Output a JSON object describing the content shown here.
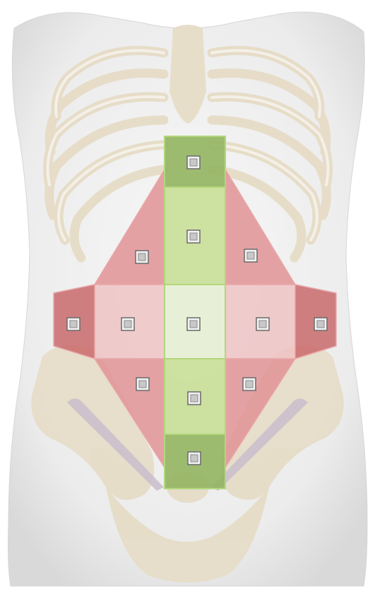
{
  "diagram": {
    "colors": {
      "background": "#ffffff",
      "torso": "#ececec",
      "bone": "#e6dcc6",
      "bone_outline": "#d8ccb0",
      "hip_muscle": "#cbbfcd",
      "green_dark": "#93b560",
      "green_mid": "#c6dd90",
      "green_light": "#dbe9b6",
      "green_center": "#e6efd3",
      "green_border": "#b2d77c",
      "red_dark": "#c96a6c",
      "red_mid": "#e08f93",
      "red_light": "#efc3c4",
      "red_border": "#e9a7a8",
      "marker_fill": "#c8c8c8",
      "marker_border": "#6b6b6b"
    },
    "regions": [
      {
        "id": "upper-midline",
        "color_key": "green_dark"
      },
      {
        "id": "epigastric-midline",
        "color_key": "green_mid"
      },
      {
        "id": "umbilical-center",
        "color_key": "green_center"
      },
      {
        "id": "lower-midline",
        "color_key": "green_mid"
      },
      {
        "id": "suprapubic-midline",
        "color_key": "green_dark"
      },
      {
        "id": "upper-left-quadrant",
        "color_key": "red_mid"
      },
      {
        "id": "upper-right-quadrant",
        "color_key": "red_mid"
      },
      {
        "id": "lower-left-quadrant",
        "color_key": "red_mid"
      },
      {
        "id": "lower-right-quadrant",
        "color_key": "red_mid"
      },
      {
        "id": "left-paraumbilical",
        "color_key": "red_light"
      },
      {
        "id": "right-paraumbilical",
        "color_key": "red_light"
      },
      {
        "id": "left-flank",
        "color_key": "red_dark"
      },
      {
        "id": "right-flank",
        "color_key": "red_dark"
      }
    ],
    "marker_count": 13
  }
}
